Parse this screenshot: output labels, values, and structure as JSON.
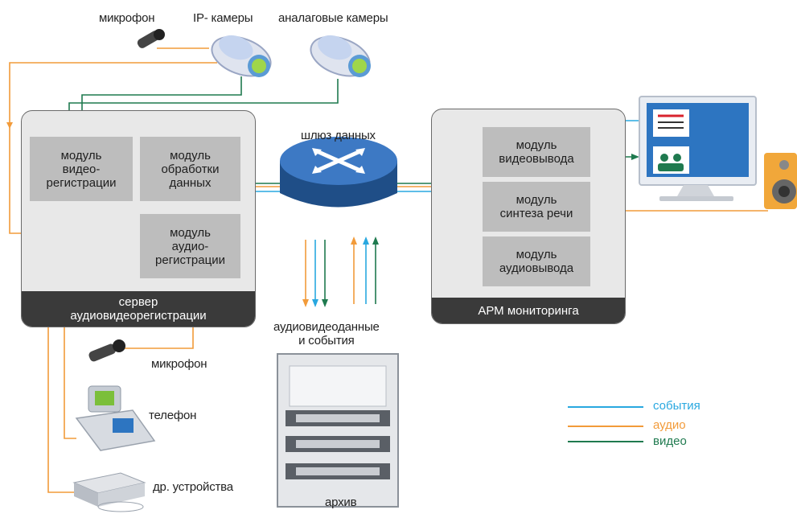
{
  "labels": {
    "mic_top": "микрофон",
    "ip_cams": "IP- камеры",
    "analog_cams": "аналаговые камеры",
    "gateway": "шлюз данных",
    "av_data": "аудиовидеоданные\nи события",
    "archive": "архив",
    "mic_bottom": "микрофон",
    "phone": "телефон",
    "other_devices": "др. устройства"
  },
  "server": {
    "title": "сервер\nаудиовидеорегистрации",
    "modules": {
      "video_reg": "модуль\nвидео-\nрегистрации",
      "processing": "модуль\nобработки\nданных",
      "audio_reg": "модуль\nаудио-\nрегистрации"
    }
  },
  "arm": {
    "title": "АРМ мониторинга",
    "modules": {
      "video_out": "модуль\nвидеовывода",
      "speech": "модуль\nсинтеза речи",
      "audio_out": "модуль\nаудиовывода"
    }
  },
  "legend": [
    {
      "label": "события",
      "color": "#29a8e0"
    },
    {
      "label": "аудио",
      "color": "#f29b3a"
    },
    {
      "label": "видео",
      "color": "#1f7a4f"
    }
  ],
  "colors": {
    "events": "#29a8e0",
    "audio": "#f29b3a",
    "video": "#1f7a4f",
    "module_fill": "#bdbdbd",
    "panel_fill": "#e8e8e8",
    "panel_footer": "#3a3a3a"
  }
}
